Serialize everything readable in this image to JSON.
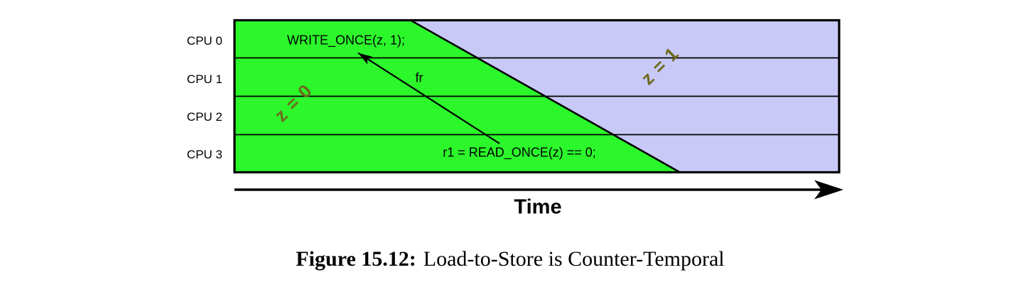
{
  "figure": {
    "cpu_labels": [
      "CPU 0",
      "CPU 1",
      "CPU 2",
      "CPU 3"
    ],
    "write_event": "WRITE_ONCE(z, 1);",
    "read_event": "r1 = READ_ONCE(z) == 0;",
    "relation_arrow_label": "fr",
    "zone_before_label": "z = 0",
    "zone_after_label": "z = 1",
    "time_axis_label": "Time",
    "colors": {
      "zone_before_fill": "#2bf72b",
      "zone_after_fill": "#c9c9f8",
      "zone_text": "#6e6a1e",
      "line": "#000000"
    }
  },
  "caption": {
    "number": "Figure 15.12:",
    "title": "Load-to-Store is Counter-Temporal"
  }
}
